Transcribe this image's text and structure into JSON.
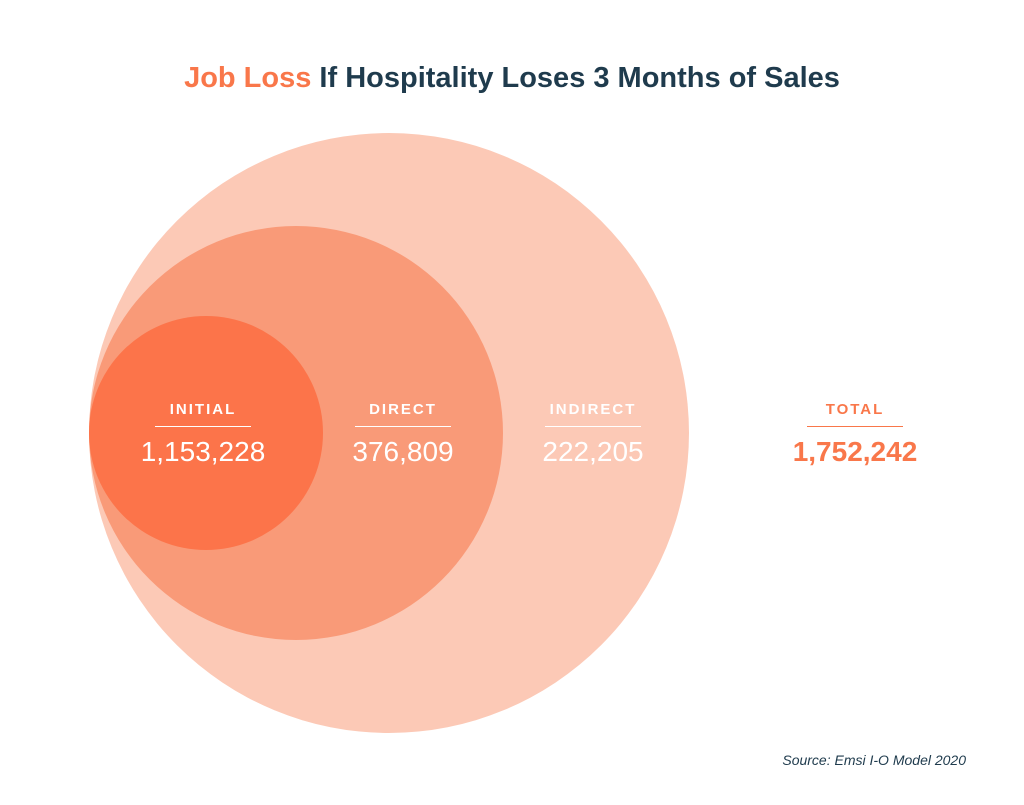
{
  "title": {
    "accent": "Job Loss",
    "rest": " If Hospitality Loses 3 Months of Sales"
  },
  "chart_data": {
    "type": "nested-circles",
    "items": [
      {
        "label": "INDIRECT",
        "value": "222,205",
        "color": "#fcc9b6"
      },
      {
        "label": "DIRECT",
        "value": "376,809",
        "color": "#f99a78"
      },
      {
        "label": "INITIAL",
        "value": "1,153,228",
        "color": "#fc744a"
      }
    ],
    "total": {
      "label": "TOTAL",
      "value": "1,752,242"
    }
  },
  "source": "Source: Emsi I-O Model 2020"
}
